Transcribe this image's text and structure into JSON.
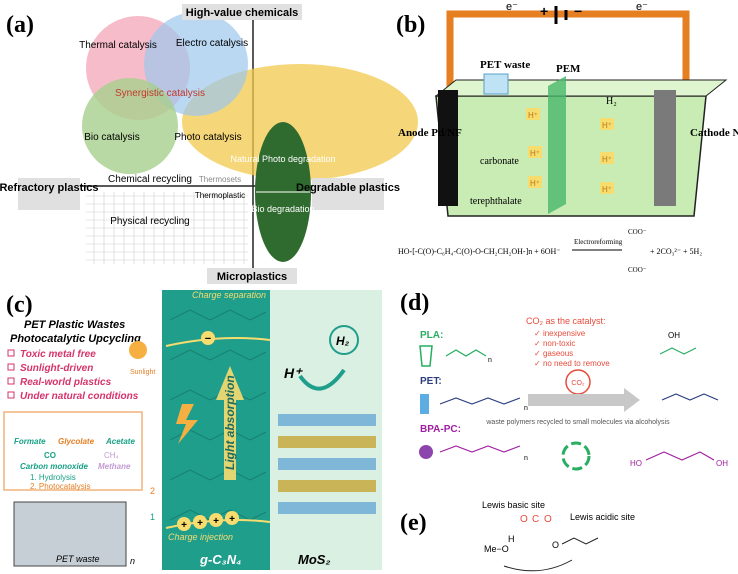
{
  "panel_a": {
    "label": "(a)",
    "axis_top": "High-value chemicals",
    "axis_bottom": "Microplastics",
    "axis_left": "Refractory plastics",
    "axis_right": "Degradable plastics",
    "thermal": "Thermal catalysis",
    "electro": "Electro catalysis",
    "synergistic": "Synergistic catalysis",
    "bio": "Bio catalysis",
    "photo": "Photo catalysis",
    "natural_photo": "Natural Photo degradation",
    "bio_degradation": "Bio degradation",
    "chemical_recycling": "Chemical recycling",
    "thermosets": "Thermosets",
    "thermoplastic": "Thermoplastic",
    "physical_recycling": "Physical recycling",
    "colors": {
      "thermal": "#f4a6b8",
      "electro": "#9cc8ec",
      "photo": "#f2c94c",
      "bio": "#a8d08d",
      "degradation": "#2f6b2f"
    }
  },
  "panel_b": {
    "label": "(b)",
    "electron_left": "e⁻",
    "electron_right": "e⁻",
    "plus": "+",
    "minus": "−",
    "pet_waste": "PET waste",
    "pem": "PEM",
    "h2": "H₂",
    "anode": "Anode Pd/NF",
    "cathode": "Cathode NF",
    "proton": "H⁺",
    "carbonate": "carbonate",
    "terephthalate": "terephthalate",
    "equation_left": "HO-[-C(O)-C₆H₄-C(O)-O-CH₂CH₂OH-]n + 6OH⁻",
    "equation_arrow": "Electroreforming",
    "equation_right": "+ 2CO₃²⁻ + 5H₂",
    "coo": "COO⁻"
  },
  "panel_c": {
    "label": "(c)",
    "title_line1": "PET Plastic Wastes",
    "title_line2": "Photocatalytic Upcycling",
    "bullets": [
      "Toxic metal free",
      "Sunlight-driven",
      "Real-world plastics",
      "Under natural conditions"
    ],
    "sunlight": "Sunlight",
    "formate": "Formate",
    "glycolate": "Glycolate",
    "acetate": "Acetate",
    "co": "CO",
    "carbon_monoxide": "Carbon monoxide",
    "ch4": "CH₄",
    "methane": "Methane",
    "step1": "1. Hydrolysis",
    "step2": "2. Photocatalysis",
    "num1": "1",
    "num2": "2",
    "pet_waste": "PET waste",
    "n": "n",
    "charge_separation": "Charge separation",
    "light_absorption": "Light absorption",
    "charge_injection": "Charge injection",
    "gcn": "g-C₃N₄",
    "mos2": "MoS₂",
    "h_plus": "H⁺",
    "h2": "H₂",
    "minus": "−",
    "plus": "+"
  },
  "panel_d": {
    "label": "(d)",
    "pla": "PLA:",
    "pet": "PET:",
    "bpa": "BPA-PC:",
    "co2_title": "CO₂ as the catalyst:",
    "checks": [
      "inexpensive",
      "non-toxic",
      "gaseous",
      "no need to remove"
    ],
    "co2": "CO₂",
    "recycle_text": "waste polymers recycled to small molecules via alcoholysis",
    "oh": "OH",
    "ho": "HO",
    "n": "n"
  },
  "panel_e": {
    "label": "(e)",
    "lewis_basic": "Lewis basic site",
    "lewis_acidic": "Lewis acidic site",
    "meo": "Me−O",
    "h": "H",
    "o": "O",
    "c": "C"
  }
}
